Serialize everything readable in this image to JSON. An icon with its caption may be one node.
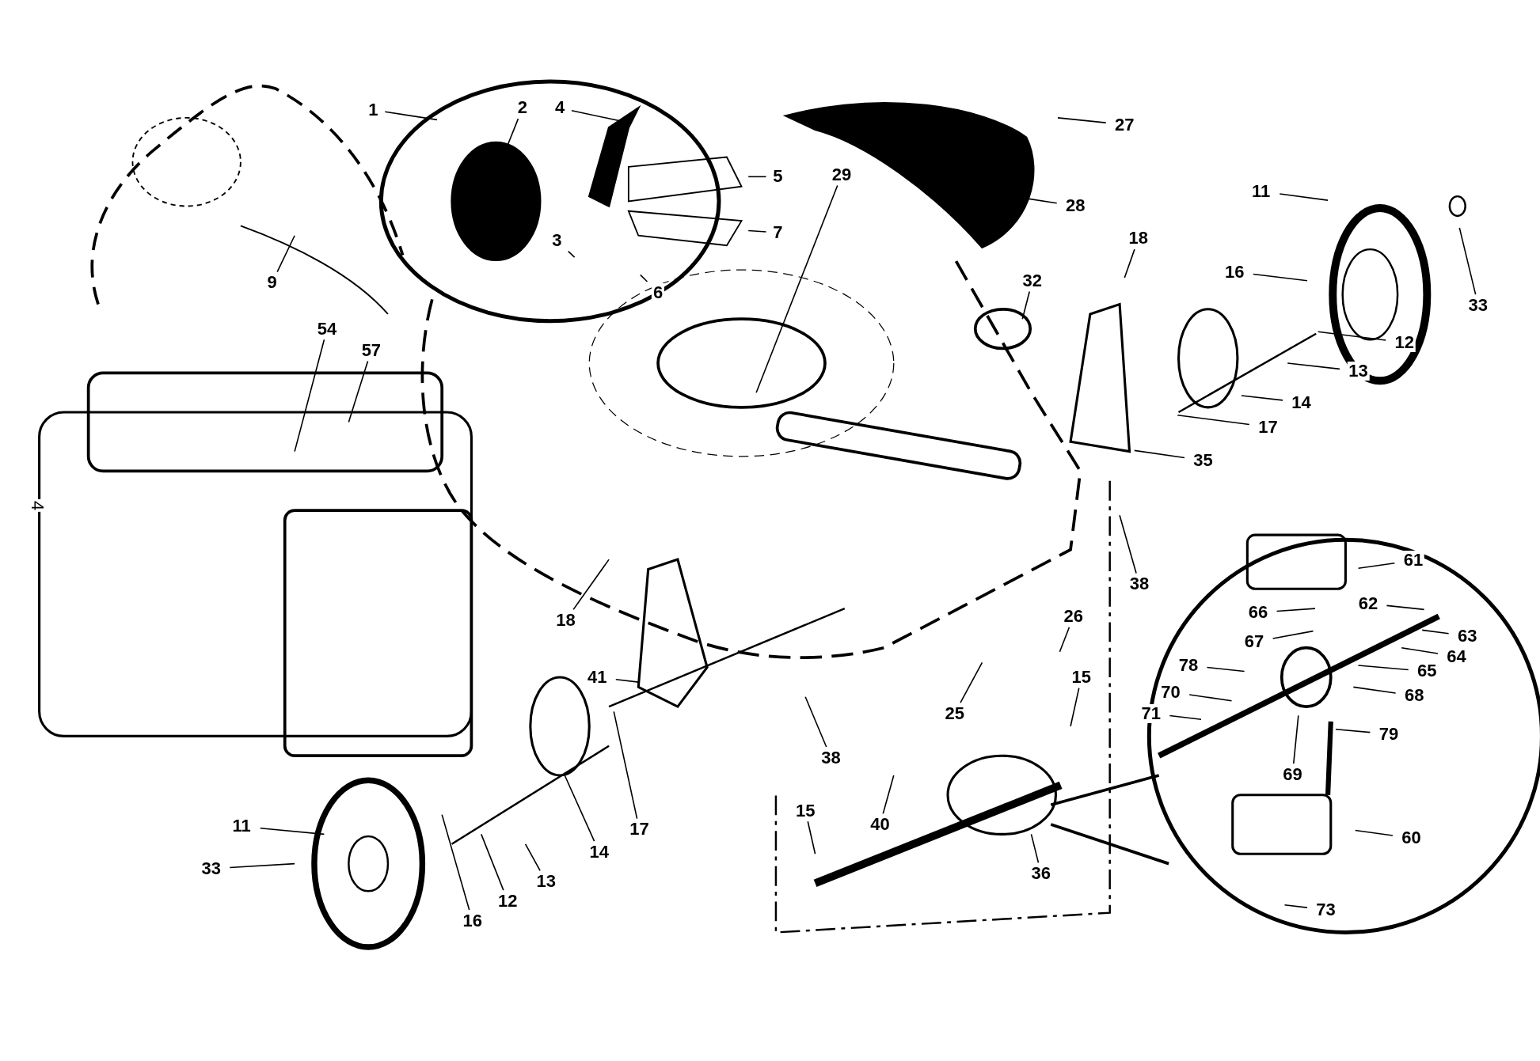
{
  "diagram": {
    "nodes": [
      {
        "text": [
          "1"
        ]
      },
      {
        "text": [
          "2"
        ]
      },
      {
        "text": [
          "4"
        ]
      },
      {
        "text": [
          "5"
        ]
      },
      {
        "text": [
          "7"
        ]
      },
      {
        "text": [
          "3"
        ]
      },
      {
        "text": [
          "6"
        ]
      },
      {
        "text": [
          "29"
        ]
      },
      {
        "text": [
          "27"
        ]
      },
      {
        "text": [
          "28"
        ]
      },
      {
        "text": [
          "9"
        ]
      },
      {
        "text": [
          "54"
        ]
      },
      {
        "text": [
          "57"
        ]
      },
      {
        "text": [
          "11"
        ]
      },
      {
        "text": [
          "33"
        ]
      },
      {
        "text": [
          "16"
        ]
      },
      {
        "text": [
          "12"
        ]
      },
      {
        "text": [
          "13"
        ]
      },
      {
        "text": [
          "14"
        ]
      },
      {
        "text": [
          "17"
        ]
      },
      {
        "text": [
          "18"
        ]
      },
      {
        "text": [
          "32"
        ]
      },
      {
        "text": [
          "35"
        ]
      },
      {
        "text": [
          "38"
        ]
      },
      {
        "text": [
          "61"
        ]
      },
      {
        "text": [
          "66"
        ]
      },
      {
        "text": [
          "62"
        ]
      },
      {
        "text": [
          "63"
        ]
      },
      {
        "text": [
          "67"
        ]
      },
      {
        "text": [
          "64"
        ]
      },
      {
        "text": [
          "65"
        ]
      },
      {
        "text": [
          "78"
        ]
      },
      {
        "text": [
          "68"
        ]
      },
      {
        "text": [
          "70"
        ]
      },
      {
        "text": [
          "71"
        ]
      },
      {
        "text": [
          "79"
        ]
      },
      {
        "text": [
          "69"
        ]
      },
      {
        "text": [
          "60"
        ]
      },
      {
        "text": [
          "73"
        ]
      },
      {
        "text": [
          "18"
        ]
      },
      {
        "text": [
          "41"
        ]
      },
      {
        "text": [
          "26"
        ]
      },
      {
        "text": [
          "15"
        ]
      },
      {
        "text": [
          "25"
        ]
      },
      {
        "text": [
          "38"
        ]
      },
      {
        "text": [
          "40"
        ]
      },
      {
        "text": [
          "36"
        ]
      },
      {
        "text": [
          "15"
        ]
      },
      {
        "text": [
          "17"
        ]
      },
      {
        "text": [
          "14"
        ]
      },
      {
        "text": [
          "13"
        ]
      },
      {
        "text": [
          "12"
        ]
      },
      {
        "text": [
          "16"
        ]
      },
      {
        "text": [
          "11"
        ]
      },
      {
        "text": [
          "33"
        ]
      }
    ],
    "edges": [
      {
        "from": 0,
        "to": null,
        "arrow": "none"
      },
      {
        "from": 1,
        "to": null,
        "arrow": "none"
      },
      {
        "from": 2,
        "to": null,
        "arrow": "none"
      },
      {
        "from": 3,
        "to": null,
        "arrow": "none"
      },
      {
        "from": 4,
        "to": null,
        "arrow": "none"
      },
      {
        "from": 5,
        "to": null,
        "arrow": "none"
      },
      {
        "from": 6,
        "to": null,
        "arrow": "none"
      },
      {
        "from": 7,
        "to": null,
        "arrow": "none"
      },
      {
        "from": 8,
        "to": null,
        "arrow": "none"
      },
      {
        "from": 9,
        "to": null,
        "arrow": "none"
      },
      {
        "from": 10,
        "to": null,
        "arrow": "none"
      },
      {
        "from": 11,
        "to": null,
        "arrow": "none"
      },
      {
        "from": 12,
        "to": null,
        "arrow": "none"
      },
      {
        "from": 13,
        "to": null,
        "arrow": "none"
      },
      {
        "from": 14,
        "to": null,
        "arrow": "none"
      },
      {
        "from": 15,
        "to": null,
        "arrow": "none"
      },
      {
        "from": 16,
        "to": null,
        "arrow": "none"
      },
      {
        "from": 17,
        "to": null,
        "arrow": "none"
      },
      {
        "from": 18,
        "to": null,
        "arrow": "none"
      },
      {
        "from": 19,
        "to": null,
        "arrow": "none"
      },
      {
        "from": 20,
        "to": null,
        "arrow": "none"
      },
      {
        "from": 21,
        "to": null,
        "arrow": "none"
      },
      {
        "from": 22,
        "to": null,
        "arrow": "none"
      },
      {
        "from": 23,
        "to": null,
        "arrow": "none"
      },
      {
        "from": 24,
        "to": null,
        "arrow": "none"
      },
      {
        "from": 25,
        "to": null,
        "arrow": "none"
      },
      {
        "from": 26,
        "to": null,
        "arrow": "none"
      },
      {
        "from": 27,
        "to": null,
        "arrow": "none"
      },
      {
        "from": 28,
        "to": null,
        "arrow": "none"
      },
      {
        "from": 29,
        "to": null,
        "arrow": "none"
      },
      {
        "from": 30,
        "to": null,
        "arrow": "none"
      },
      {
        "from": 31,
        "to": null,
        "arrow": "none"
      },
      {
        "from": 32,
        "to": null,
        "arrow": "none"
      },
      {
        "from": 33,
        "to": null,
        "arrow": "none"
      },
      {
        "from": 34,
        "to": null,
        "arrow": "none"
      },
      {
        "from": 35,
        "to": null,
        "arrow": "none"
      },
      {
        "from": 36,
        "to": null,
        "arrow": "none"
      },
      {
        "from": 37,
        "to": null,
        "arrow": "none"
      },
      {
        "from": 38,
        "to": null,
        "arrow": "none"
      },
      {
        "from": 39,
        "to": null,
        "arrow": "none"
      },
      {
        "from": 40,
        "to": null,
        "arrow": "none"
      },
      {
        "from": 41,
        "to": null,
        "arrow": "none"
      },
      {
        "from": 42,
        "to": null,
        "arrow": "none"
      },
      {
        "from": 43,
        "to": null,
        "arrow": "none"
      },
      {
        "from": 44,
        "to": null,
        "arrow": "none"
      },
      {
        "from": 45,
        "to": null,
        "arrow": "none"
      },
      {
        "from": 46,
        "to": null,
        "arrow": "none"
      },
      {
        "from": 47,
        "to": null,
        "arrow": "none"
      },
      {
        "from": 48,
        "to": null,
        "arrow": "none"
      },
      {
        "from": 49,
        "to": null,
        "arrow": "none"
      },
      {
        "from": 50,
        "to": null,
        "arrow": "none"
      },
      {
        "from": 51,
        "to": null,
        "arrow": "none"
      },
      {
        "from": 52,
        "to": null,
        "arrow": "none"
      },
      {
        "from": 53,
        "to": null,
        "arrow": "none"
      },
      {
        "from": 54,
        "to": null,
        "arrow": "none"
      }
    ],
    "labels": [
      "4"
    ]
  }
}
